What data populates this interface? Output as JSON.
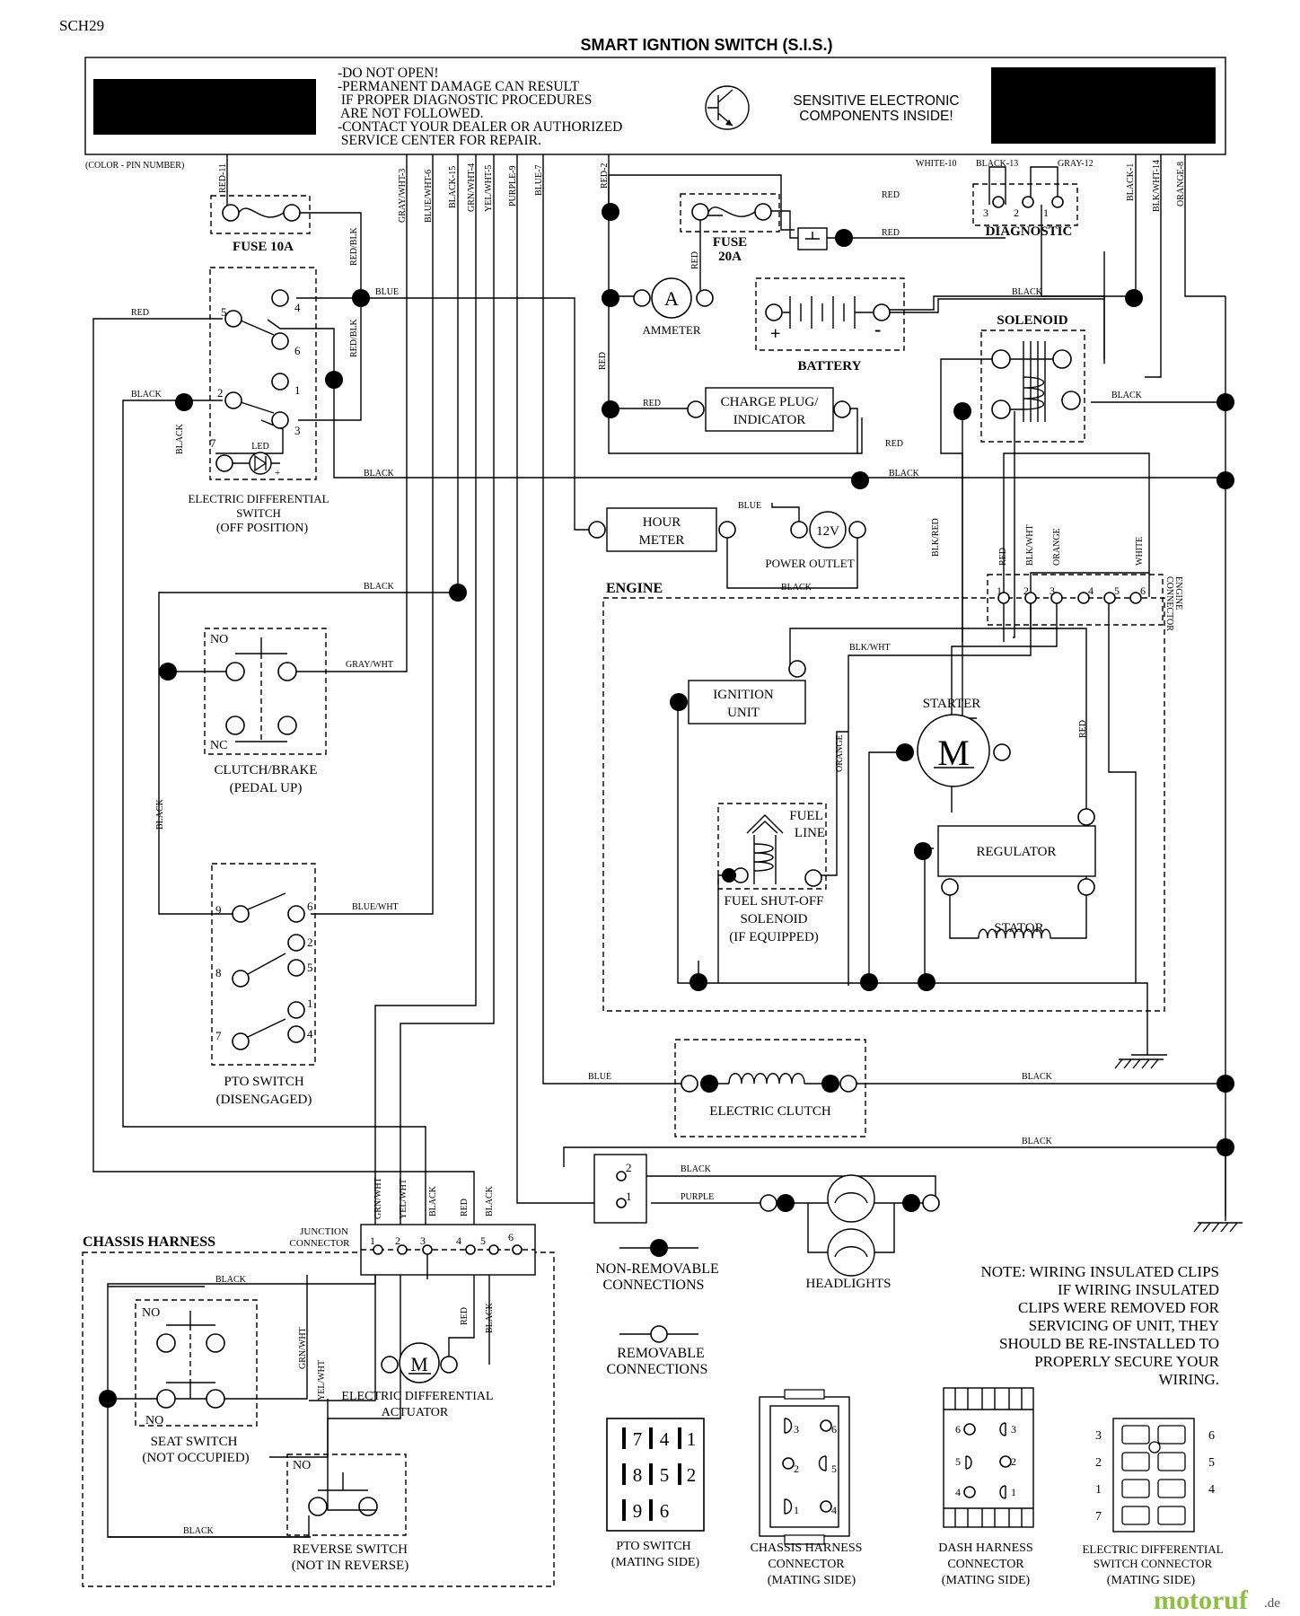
{
  "header": {
    "code": "SCH29",
    "title": "SMART IGNTION SWITCH (S.I.S.)",
    "warning_lines": [
      "-DO NOT OPEN!",
      "-PERMANENT DAMAGE CAN RESULT",
      " IF PROPER DIAGNOSTIC PROCEDURES",
      " ARE NOT FOLLOWED.",
      "-CONTACT YOUR DEALER OR AUTHORIZED",
      " SERVICE CENTER FOR REPAIR."
    ],
    "sensitive_lines": [
      "SENSITIVE ELECTRONIC",
      "COMPONENTS INSIDE!"
    ],
    "color_pin_note": "(COLOR - PIN NUMBER)"
  },
  "pins": {
    "red11": "RED-11",
    "graywht3": "GRAY/WHT-3",
    "bluewht6": "BLUE/WHT-6",
    "black15": "BLACK-15",
    "grnwht4": "GRN/WHT-4",
    "yelwht5": "YEL/WHT-5",
    "purple9": "PURPLE-9",
    "blue7": "BLUE-7",
    "red2": "RED-2",
    "white10": "WHITE-10",
    "black13": "BLACK-13",
    "gray12": "GRAY-12",
    "black1": "BLACK-1",
    "blkwht14": "BLK/WHT-14",
    "orange8": "ORANGE-8"
  },
  "wires": {
    "red": "RED",
    "blue": "BLUE",
    "black": "BLACK",
    "redblk": "RED/BLK",
    "graywht": "GRAY/WHT",
    "bluewht": "BLUE/WHT",
    "blkwht": "BLK/WHT",
    "orange": "ORANGE",
    "blkred": "BLK/RED",
    "white": "WHITE",
    "purple": "PURPLE",
    "grnwht": "GRN/WHT",
    "yelwht": "YEL/WHT"
  },
  "components": {
    "fuse10": "FUSE 10A",
    "fuse20": [
      "FUSE",
      "20A"
    ],
    "diagnostic": "DIAGNOSTIC",
    "ammeter": "AMMETER",
    "ammeter_symbol": "A",
    "battery": "BATTERY",
    "solenoid": "SOLENOID",
    "charge_plug": [
      "CHARGE PLUG/",
      "INDICATOR"
    ],
    "hour_meter": [
      "HOUR",
      "METER"
    ],
    "outlet_symbol": "12V",
    "power_outlet": "POWER OUTLET",
    "ed_switch": [
      "ELECTRIC DIFFERENTIAL",
      "SWITCH",
      "(OFF POSITION)"
    ],
    "led": "LED",
    "engine": "ENGINE",
    "engine_connector": [
      "ENGINE",
      "CONNECTOR"
    ],
    "ignition_unit": [
      "IGNITION",
      "UNIT"
    ],
    "starter": "STARTER",
    "motor_symbol": "M",
    "fuel_line": [
      "FUEL",
      "LINE"
    ],
    "fuel_shutoff": [
      "FUEL SHUT-OFF",
      "SOLENOID",
      "(IF EQUIPPED)"
    ],
    "regulator": "REGULATOR",
    "stator": "STATOR",
    "clutch_brake": [
      "CLUTCH/BRAKE",
      "(PEDAL UP)"
    ],
    "no": "NO",
    "nc": "NC",
    "pto_switch": [
      "PTO SWITCH",
      "(DISENGAGED)"
    ],
    "electric_clutch": "ELECTRIC CLUTCH",
    "headlights": "HEADLIGHTS",
    "chassis_harness": "CHASSIS HARNESS",
    "junction_connector": [
      "JUNCTION",
      "CONNECTOR"
    ],
    "seat_switch": [
      "SEAT SWITCH",
      "(NOT OCCUPIED)"
    ],
    "ed_actuator": [
      "ELECTRIC DIFFERENTIAL",
      "ACTUATOR"
    ],
    "reverse_switch": [
      "REVERSE SWITCH",
      "(NOT IN REVERSE)"
    ]
  },
  "legend": {
    "non_removable": [
      "NON-REMOVABLE",
      "CONNECTIONS"
    ],
    "removable": [
      "REMOVABLE",
      "CONNECTIONS"
    ],
    "note": [
      "NOTE: WIRING INSULATED CLIPS",
      "IF WIRING INSULATED",
      "CLIPS WERE REMOVED FOR",
      "SERVICING OF UNIT, THEY",
      "SHOULD BE RE-INSTALLED TO",
      "PROPERLY SECURE YOUR",
      "WIRING."
    ]
  },
  "mating": {
    "pto": [
      "PTO SWITCH",
      "(MATING SIDE)"
    ],
    "chassis": [
      "CHASSIS HARNESS",
      "CONNECTOR",
      "(MATING SIDE)"
    ],
    "dash": [
      "DASH HARNESS",
      "CONNECTOR",
      "(MATING SIDE)"
    ],
    "ed": [
      "ELECTRIC DIFFERENTIAL",
      "SWITCH CONNECTOR",
      "(MATING SIDE)"
    ]
  },
  "watermark": {
    "main": "motoruf",
    "suffix": ".de"
  }
}
